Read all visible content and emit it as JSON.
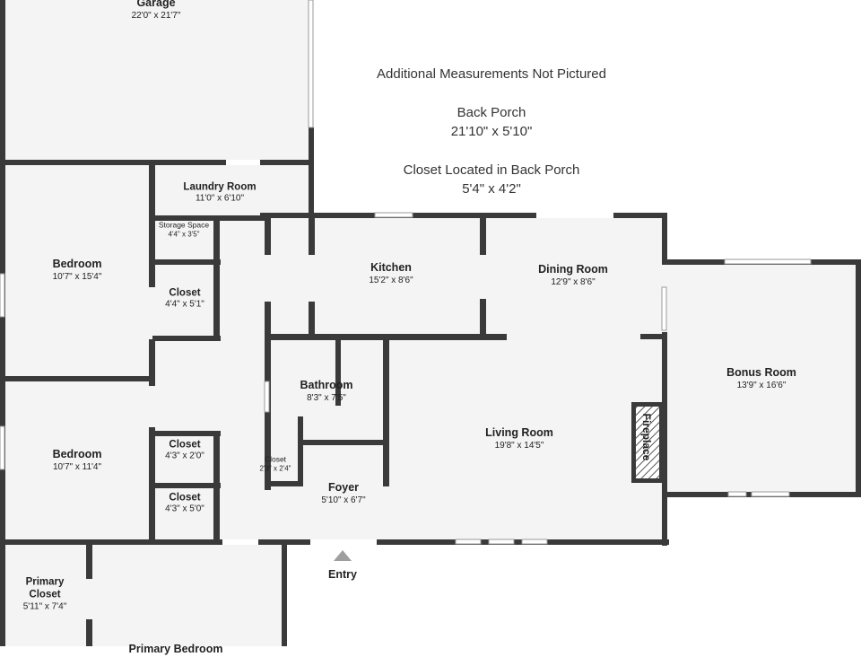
{
  "notes": {
    "heading": "Additional Measurements Not Pictured",
    "back_porch_label": "Back Porch",
    "back_porch_dims": "21'10\" x 5'10\"",
    "closet_label": "Closet Located in Back Porch",
    "closet_dims": "5'4\" x 4'2\""
  },
  "rooms": {
    "garage": {
      "name": "Garage",
      "dims": "22'0\" x 21'7\""
    },
    "laundry": {
      "name": "Laundry Room",
      "dims": "11'0\" x 6'10\""
    },
    "storage": {
      "name": "Storage Space",
      "dims": "4'4\" x 3'5\""
    },
    "bedroom1": {
      "name": "Bedroom",
      "dims": "10'7\" x 15'4\""
    },
    "closet1": {
      "name": "Closet",
      "dims": "4'4\" x 5'1\""
    },
    "kitchen": {
      "name": "Kitchen",
      "dims": "15'2\" x 8'6\""
    },
    "dining": {
      "name": "Dining Room",
      "dims": "12'9\" x 8'6\""
    },
    "bonus": {
      "name": "Bonus Room",
      "dims": "13'9\" x 16'6\""
    },
    "bathroom": {
      "name": "Bathroom",
      "dims": "8'3\" x 7'5\""
    },
    "living": {
      "name": "Living Room",
      "dims": "19'8\" x 14'5\""
    },
    "bedroom2": {
      "name": "Bedroom",
      "dims": "10'7\" x 11'4\""
    },
    "closet2": {
      "name": "Closet",
      "dims": "4'3\" x 2'0\""
    },
    "closet3": {
      "name": "Closet",
      "dims": "4'3\" x 5'0\""
    },
    "closet_small": {
      "name": "Closet",
      "dims": "2'3\" x 2'4\""
    },
    "foyer": {
      "name": "Foyer",
      "dims": "5'10\" x 6'7\""
    },
    "primary_closet": {
      "name_line1": "Primary",
      "name_line2": "Closet",
      "dims": "5'11\" x 7'4\""
    },
    "primary_bedroom": {
      "name": "Primary Bedroom"
    }
  },
  "fireplace": "Fireplace",
  "entry": "Entry",
  "colors": {
    "wall": "#3a3a3a",
    "floor": "#f4f4f4",
    "entry_arrow": "#9e9e9e"
  }
}
